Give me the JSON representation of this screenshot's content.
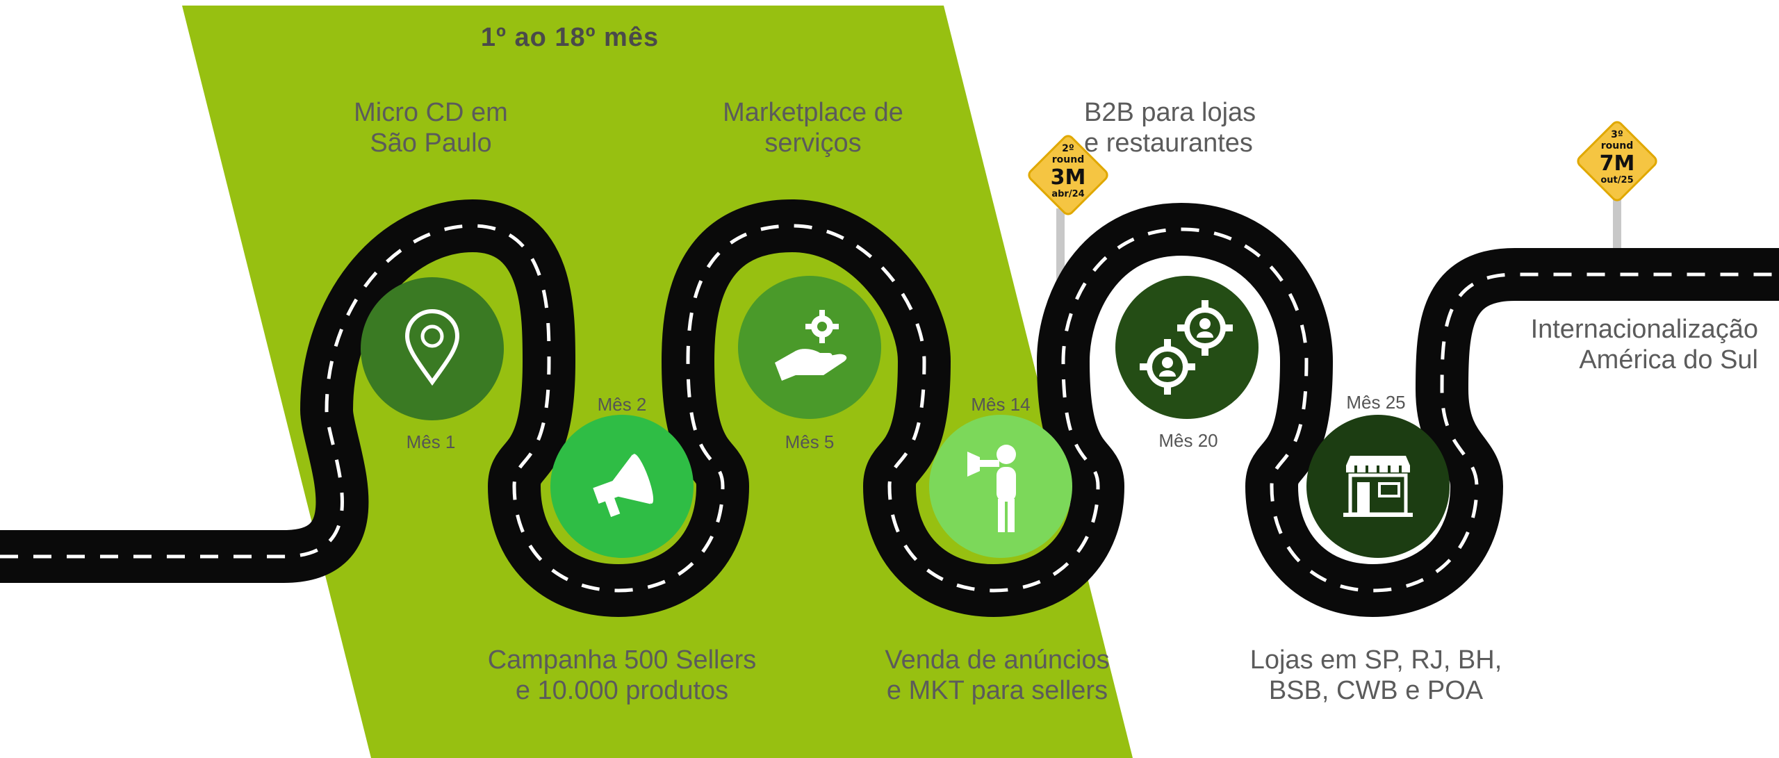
{
  "header": {
    "period": "1º ao 18º mês"
  },
  "milestones": [
    {
      "title_line1": "Micro CD em",
      "title_line2": "São Paulo",
      "month": "Mês 1",
      "icon": "location-pin-icon",
      "color": "#3a7a23"
    },
    {
      "title_line1": "Campanha 500 Sellers",
      "title_line2": "e 10.000 produtos",
      "month": "Mês 2",
      "icon": "megaphone-icon",
      "color": "#2fbd45"
    },
    {
      "title_line1": "Marketplace de",
      "title_line2": "serviços",
      "month": "Mês 5",
      "icon": "hand-gear-icon",
      "color": "#4a9a2a"
    },
    {
      "title_line1": "Venda de anúncios",
      "title_line2": "e MKT para sellers",
      "month": "Mês 14",
      "icon": "person-megaphone-icon",
      "color": "#7cd85a"
    },
    {
      "title_line1": "B2B para lojas",
      "title_line2": "e restaurantes",
      "month": "Mês 20",
      "icon": "gears-people-icon",
      "color": "#244d15"
    },
    {
      "title_line1": "Lojas em SP, RJ, BH,",
      "title_line2": "BSB, CWB e POA",
      "month": "Mês 25",
      "icon": "storefront-icon",
      "color": "#1c3d12"
    },
    {
      "title_line1": "Internacionalização",
      "title_line2": "América do Sul",
      "month": "",
      "icon": "",
      "color": ""
    }
  ],
  "signs": [
    {
      "line1": "2º",
      "line2": "round",
      "amount": "3M",
      "date": "abr/24"
    },
    {
      "line1": "3º",
      "line2": "round",
      "amount": "7M",
      "date": "out/25"
    }
  ],
  "colors": {
    "band": "#97c011",
    "road": "#0a0a0a",
    "sign": "#f5c542"
  }
}
